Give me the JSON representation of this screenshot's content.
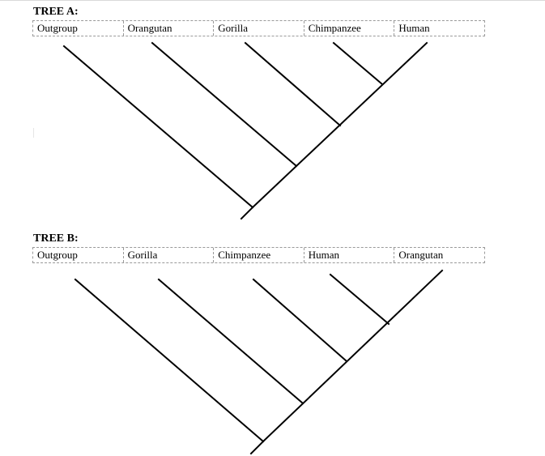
{
  "tree_a": {
    "title": "TREE A:",
    "labels": [
      "Outgroup",
      "Orangutan",
      "Gorilla",
      "Chimpanzee",
      "Human"
    ]
  },
  "tree_b": {
    "title": "TREE B:",
    "labels": [
      "Outgroup",
      "Gorilla",
      "Chimpanzee",
      "Human",
      "Orangutan"
    ]
  }
}
